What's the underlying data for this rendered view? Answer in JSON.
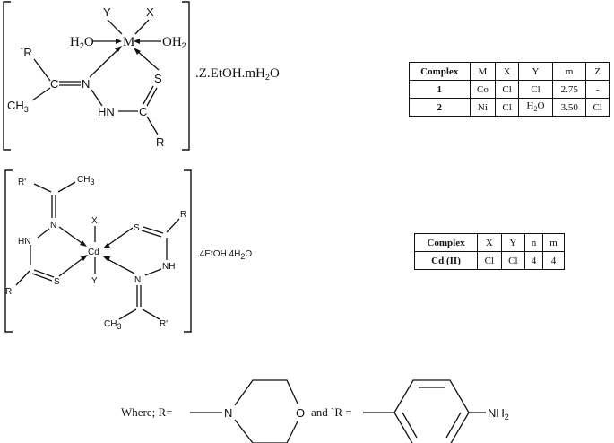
{
  "structure1": {
    "atoms": {
      "M": "M",
      "X": "X",
      "Y": "Y",
      "H2O_left": "H",
      "H2O_left_sub": "2",
      "H2O_left_tail": "O",
      "OH2_right": "OH",
      "OH2_right_sub": "2",
      "R_prime": "`R",
      "CH3": "CH",
      "CH3_sub": "3",
      "C1": "C",
      "N1": "N",
      "HN": "HN",
      "C2": "C",
      "S": "S",
      "R": "R"
    },
    "suffix": ".Z.EtOH.mH",
    "suffix_sub": "2",
    "suffix_tail": "O"
  },
  "structure2": {
    "atoms": {
      "Rp_top": "R'",
      "CH3_top": "CH",
      "CH3_top_sub": "3",
      "N_left": "N",
      "HN_left": "HN",
      "R_left": "R",
      "S_left": "S",
      "Cd": "Cd",
      "X": "X",
      "Y": "Y",
      "S_right": "S",
      "R_right": "R",
      "NH_right": "NH",
      "N_right": "N",
      "CH3_bottom": "CH",
      "CH3_bottom_sub": "3",
      "Rp_bottom": "R'"
    },
    "suffix": ".4EtOH.4H",
    "suffix_sub": "2",
    "suffix_tail": "O"
  },
  "table1": {
    "headers": [
      "Complex",
      "M",
      "X",
      "Y",
      "m",
      "Z"
    ],
    "rows": [
      {
        "complex": "1",
        "M": "Co",
        "X": "Cl",
        "Y": "Cl",
        "m": "2.75",
        "Z": "-"
      },
      {
        "complex": "2",
        "M": "Ni",
        "X": "Cl",
        "Y": "H",
        "Y_sub": "2",
        "Y_tail": "O",
        "m": "3.50",
        "Z": "Cl"
      }
    ]
  },
  "table2": {
    "headers": [
      "Complex",
      "X",
      "Y",
      "n",
      "m"
    ],
    "rows": [
      {
        "complex": "Cd (II)",
        "X": "Cl",
        "Y": "Cl",
        "n": "4",
        "m": "4"
      }
    ]
  },
  "legend": {
    "where_text": "Where; R=",
    "morpholine_N": "N",
    "morpholine_O": "O",
    "and_text": "and `R =",
    "amine": "NH",
    "amine_sub": "2"
  }
}
